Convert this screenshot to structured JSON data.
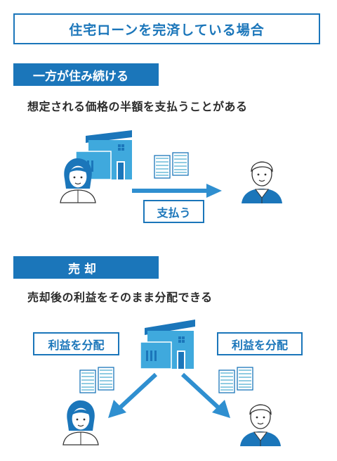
{
  "title": "住宅ローンを完済している場合",
  "section1": {
    "heading": "一方が住み続ける",
    "description": "想定される価格の半額を支払うことがある",
    "arrow_label": "支払う"
  },
  "section2": {
    "heading": "売 却",
    "description": "売却後の利益をそのまま分配できる",
    "left_label": "利益を分配",
    "right_label": "利益を分配"
  },
  "colors": {
    "brand_blue": "#1b76ba",
    "house_blue": "#3fa9dd",
    "money_teal": "#6cbcd9",
    "arrow_blue": "#2f8fd0"
  },
  "icons": [
    "house-icon",
    "money-stack-icon",
    "woman-icon",
    "man-icon",
    "arrow-right-icon",
    "arrow-down-left-icon",
    "arrow-down-right-icon"
  ]
}
